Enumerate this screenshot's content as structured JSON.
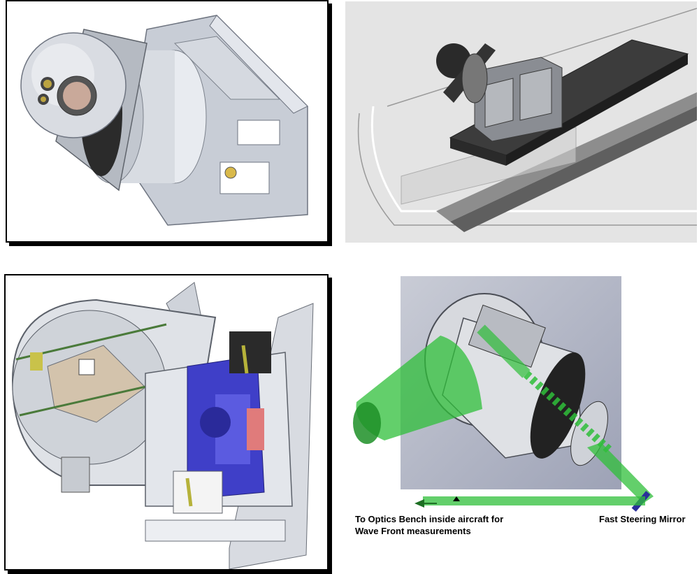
{
  "annotations": {
    "optics_bench_line1": "To Optics Bench inside aircraft for",
    "optics_bench_line2": "Wave Front measurements",
    "fast_steering_mirror": "Fast Steering Mirror"
  },
  "colors": {
    "beam_green": "#2fbf3a",
    "mirror_blue": "#2b2f9a",
    "cutaway_blue": "#3f3fc8",
    "metal_gray": "#b8bcc4"
  }
}
